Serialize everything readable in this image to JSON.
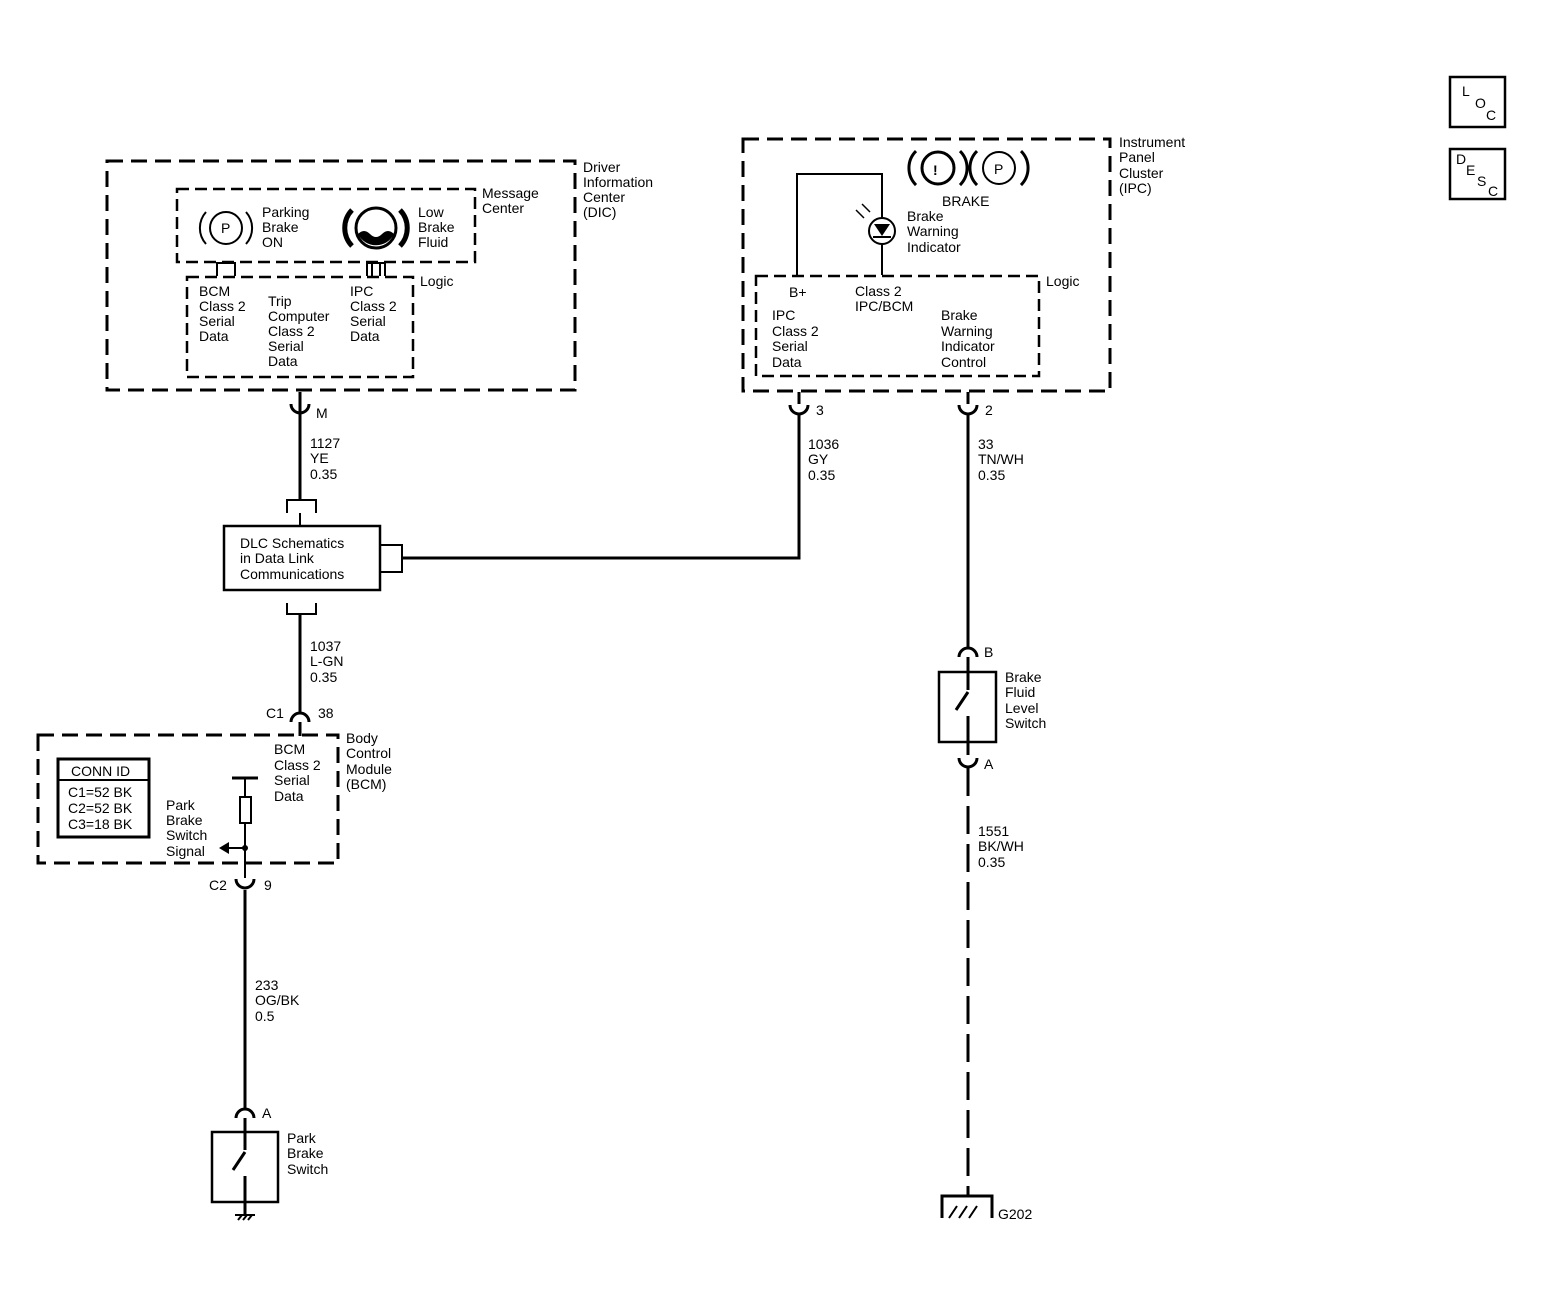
{
  "corner_boxes": {
    "loc": {
      "l": "L",
      "o": "O",
      "c": "C"
    },
    "desc": {
      "d": "D",
      "e": "E",
      "s": "S",
      "c": "C"
    }
  },
  "dic": {
    "title": [
      "Driver",
      "Information",
      "Center",
      "(DIC)"
    ],
    "message_center_label": [
      "Message",
      "Center"
    ],
    "logic_label": "Logic",
    "parking_brake_symbol": "P",
    "parking_brake_label": [
      "Parking",
      "Brake",
      "ON"
    ],
    "low_brake_label": [
      "Low",
      "Brake",
      "Fluid"
    ],
    "logic_col1": [
      "BCM",
      "Class 2",
      "Serial",
      "Data"
    ],
    "logic_col2": [
      "Trip",
      "Computer",
      "Class 2",
      "Serial",
      "Data"
    ],
    "logic_col3": [
      "IPC",
      "Class 2",
      "Serial",
      "Data"
    ],
    "connector": "M"
  },
  "ipc": {
    "title": [
      "Instrument",
      "Panel",
      "Cluster",
      "(IPC)"
    ],
    "logic_label": "Logic",
    "exclaim_symbol": "!",
    "park_symbol": "P",
    "brake_text": "BRAKE",
    "indicator_label": [
      "Brake",
      "Warning",
      "Indicator"
    ],
    "b_plus": "B+",
    "class2_label": [
      "Class 2",
      "IPC/BCM"
    ],
    "logic_left": [
      "IPC",
      "Class 2",
      "Serial",
      "Data"
    ],
    "logic_right": [
      "Brake",
      "Warning",
      "Indicator",
      "Control"
    ],
    "pin_left": "3",
    "pin_right": "2"
  },
  "wires": {
    "w1127": [
      "1127",
      "YE",
      "0.35"
    ],
    "w1036": [
      "1036",
      "GY",
      "0.35"
    ],
    "w33": [
      "33",
      "TN/WH",
      "0.35"
    ],
    "w1037": [
      "1037",
      "L-GN",
      "0.35"
    ],
    "w1551": [
      "1551",
      "BK/WH",
      "0.35"
    ],
    "w233": [
      "233",
      "OG/BK",
      "0.5"
    ]
  },
  "dlc": {
    "label": [
      "DLC Schematics",
      "in Data Link",
      "Communications"
    ]
  },
  "bcm": {
    "title": [
      "Body",
      "Control",
      "Module",
      "(BCM)"
    ],
    "serial_label": [
      "BCM",
      "Class 2",
      "Serial",
      "Data"
    ],
    "conn_id_header": "CONN ID",
    "conn_id_rows": [
      "C1=52 BK",
      "C2=52 BK",
      "C3=18 BK"
    ],
    "park_signal_label": [
      "Park",
      "Brake",
      "Switch",
      "Signal"
    ],
    "c1_label": "C1",
    "c1_pin": "38",
    "c2_label": "C2",
    "c2_pin": "9"
  },
  "brake_fluid_switch": {
    "label": [
      "Brake",
      "Fluid",
      "Level",
      "Switch"
    ],
    "pin_top": "B",
    "pin_bottom": "A"
  },
  "park_brake_switch": {
    "label": [
      "Park",
      "Brake",
      "Switch"
    ],
    "pin_top": "A"
  },
  "ground": {
    "label": "G202"
  }
}
